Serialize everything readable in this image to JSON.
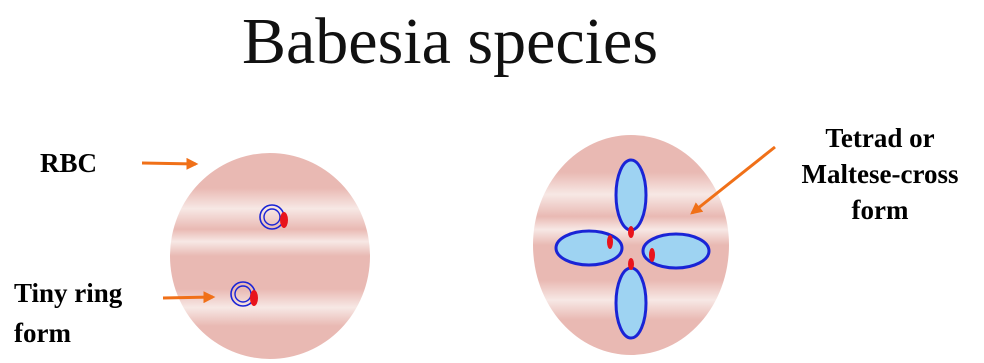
{
  "title": "Babesia species",
  "labels": {
    "rbc": "RBC",
    "tiny_ring_line1": "Tiny ring",
    "tiny_ring_line2": "form",
    "tetrad_line1": "Tetrad or",
    "tetrad_line2": "Maltese-cross",
    "tetrad_line3": "form"
  },
  "colors": {
    "rbc_fill": "#e9b9b3",
    "rbc_band": "#f6e6e3",
    "parasite_outline": "#1a24d6",
    "parasite_fill": "#9ed3f2",
    "nucleus": "#e8141c",
    "arrow": "#f07018"
  }
}
